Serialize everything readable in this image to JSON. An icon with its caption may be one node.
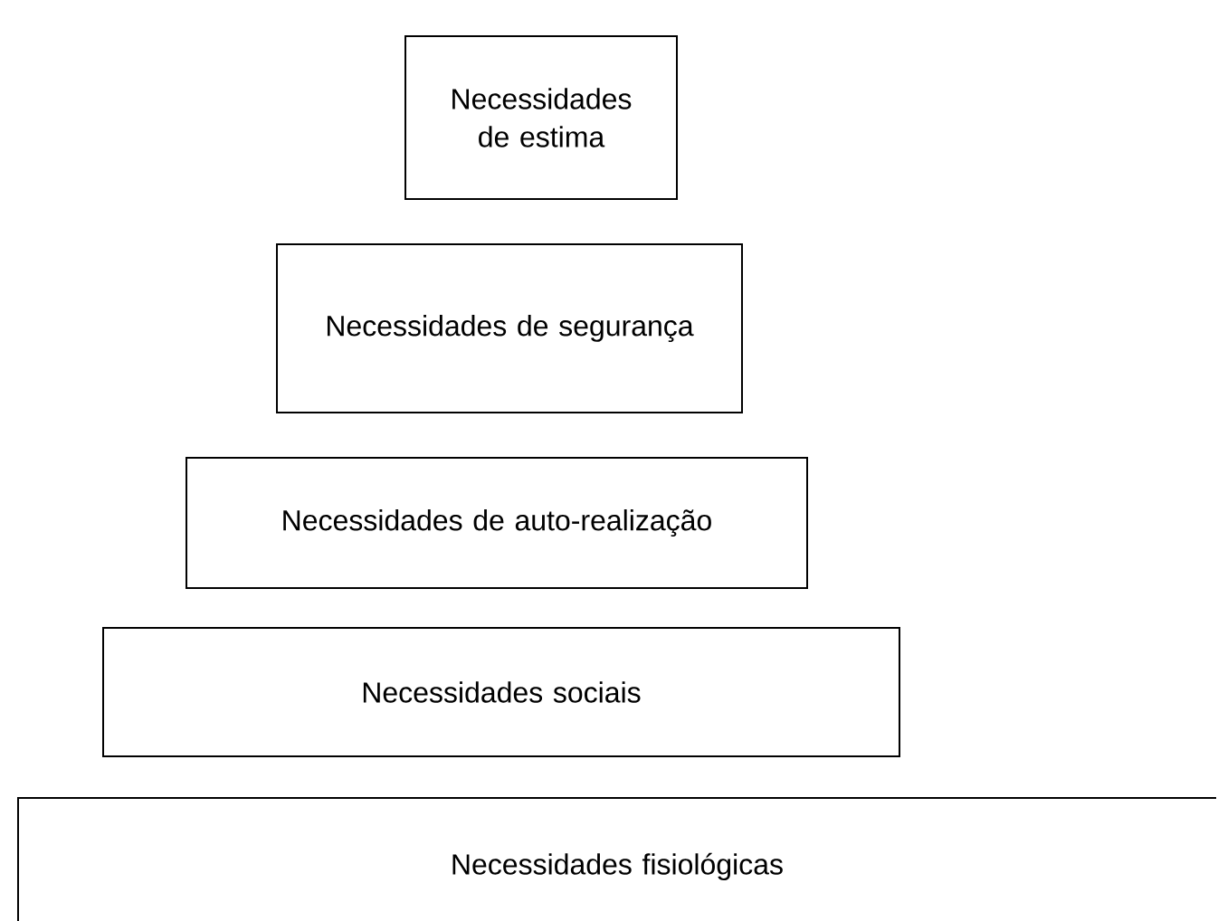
{
  "diagram": {
    "nodes": [
      {
        "text": [
          "Necessidades de estima"
        ]
      },
      {
        "text": [
          "Necessidades de segurança"
        ]
      },
      {
        "text": [
          "Necessidades de auto-realização"
        ]
      },
      {
        "text": [
          "Necessidades sociais"
        ]
      },
      {
        "text": [
          "Necessidades fisiológicas"
        ]
      }
    ]
  }
}
